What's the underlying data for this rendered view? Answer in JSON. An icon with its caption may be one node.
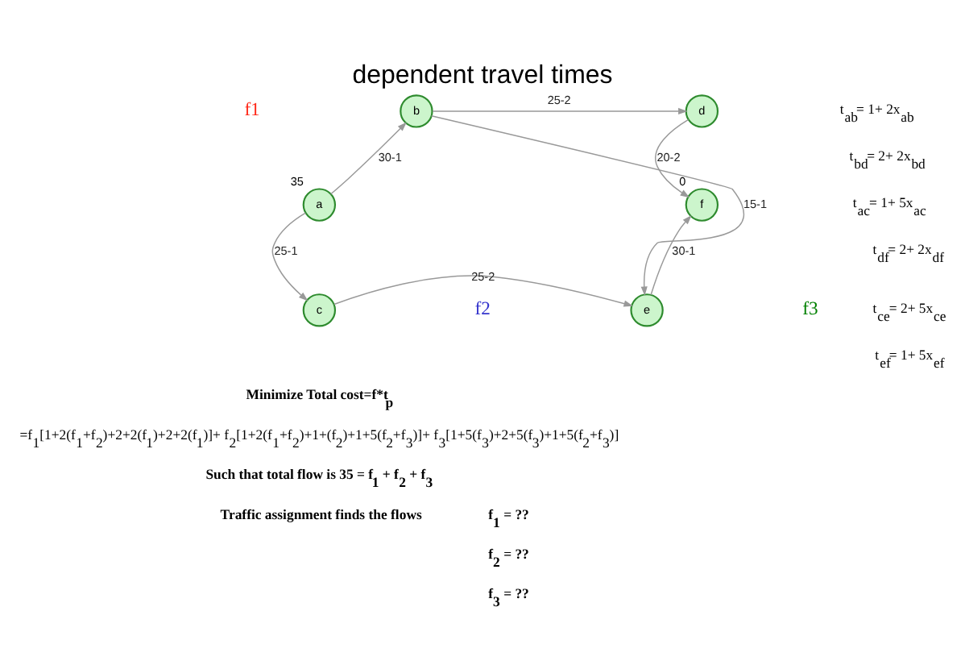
{
  "diagram": {
    "title": "dependent travel times",
    "nodes": [
      {
        "text": [
          "a"
        ],
        "beside": [
          "35"
        ]
      },
      {
        "text": [
          "b"
        ]
      },
      {
        "text": [
          "c"
        ]
      },
      {
        "text": [
          "d"
        ]
      },
      {
        "text": [
          "e"
        ]
      },
      {
        "text": [
          "f"
        ],
        "beside": [
          "0"
        ]
      }
    ],
    "edges": [
      {
        "from": 0,
        "to": 1,
        "arrow": "to",
        "label": "30-1"
      },
      {
        "from": 0,
        "to": 2,
        "arrow": "to",
        "label": "25-1"
      },
      {
        "from": 1,
        "to": 3,
        "arrow": "to",
        "label": "25-2"
      },
      {
        "from": 1,
        "to": 4,
        "arrow": "to",
        "label": "15-1"
      },
      {
        "from": 3,
        "to": 5,
        "arrow": "to",
        "label": "20-2"
      },
      {
        "from": 2,
        "to": 4,
        "arrow": "to",
        "label": "25-2"
      },
      {
        "from": 4,
        "to": 5,
        "arrow": "to",
        "label": "30-1"
      }
    ],
    "labels": [
      "f1",
      "f2",
      "f3",
      "t$_{ab}$= 1+ 2x$_{ab}$",
      "t$_{bd}$= 2+ 2x$_{bd}$",
      "t$_{ac}$= 1+ 5x$_{ac}$",
      "t$_{df}$= 2+ 2x$_{df}$",
      "t$_{ce}$= 2+ 5x$_{ce}$",
      "t$_{ef}$= 1+ 5x$_{ef}$",
      "Minimize Total cost=f*t$_{p}$",
      "=f$_{1}$[1+2(f$_{1}$+f$_{2}$)+2+2(f$_{1}$)+2+2(f$_{1}$)]+ f$_{2}$[1+2(f$_{1}$+f$_{2}$)+1+(f$_{2}$)+1+5(f$_{2}$+f$_{3}$)]+ f$_{3}$[1+5(f$_{3}$)+2+5(f$_{3}$)+1+5(f$_{2}$+f$_{3}$)]",
      "Such that total flow is 35 = f$_{1}$ + f$_{2}$ + f$_{3}$",
      "Traffic assignment finds the flows",
      "f$_{1}$ = ??",
      "f$_{2}$ = ??",
      "f$_{3}$ = ??"
    ]
  }
}
